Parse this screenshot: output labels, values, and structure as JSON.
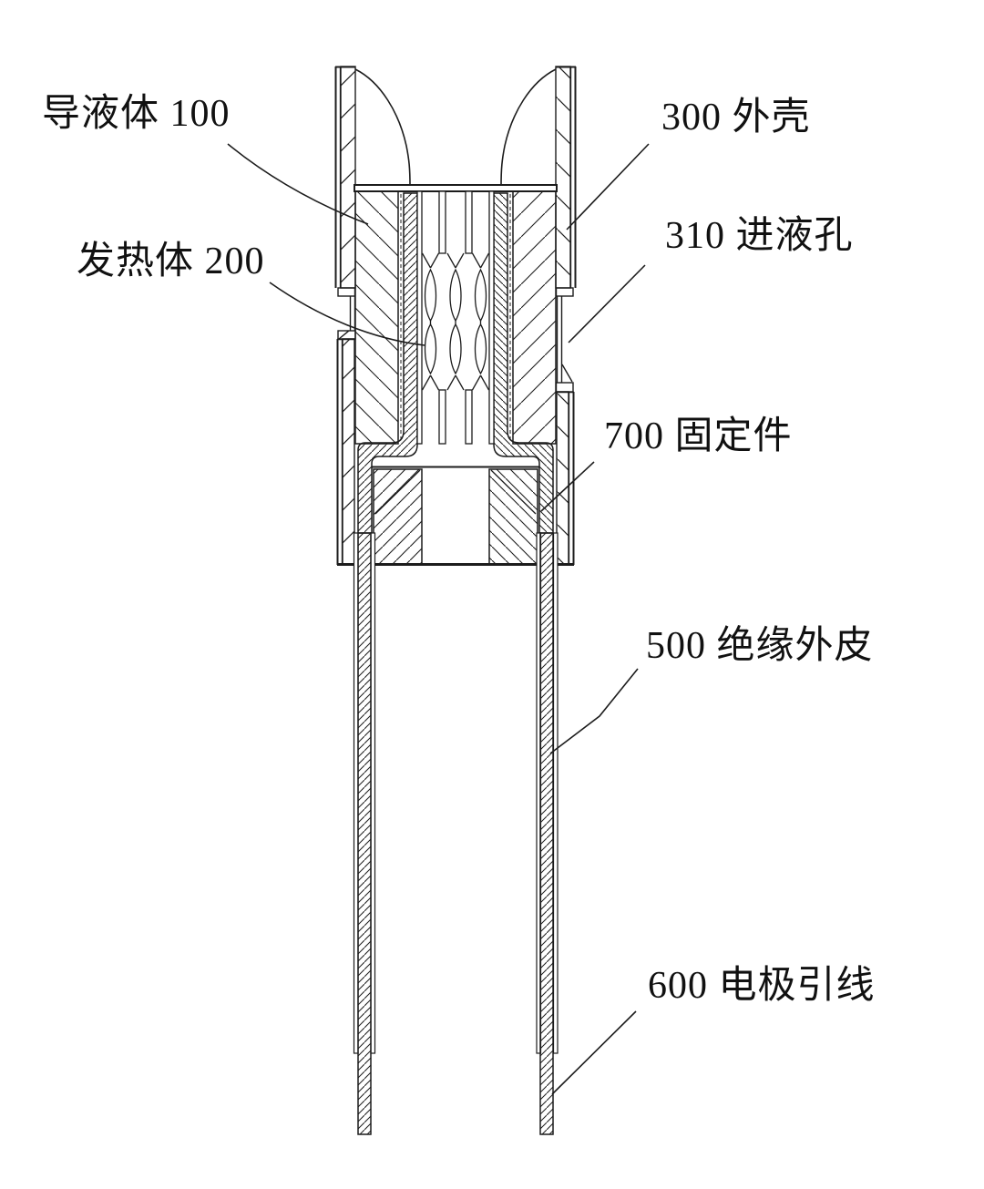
{
  "figure": {
    "kind": "patent-cross-section-diagram",
    "labels": {
      "liquid_conductor": "导液体 100",
      "heating_element": "发热体 200",
      "shell": "300 外壳",
      "liquid_inlet": "310 进液孔",
      "fixing_piece": "700 固定件",
      "insulating_sheath": "500 绝缘外皮",
      "electrode_lead": "600 电极引线"
    },
    "colors": {
      "line": "#1c1c1c",
      "background": "#ffffff"
    }
  }
}
